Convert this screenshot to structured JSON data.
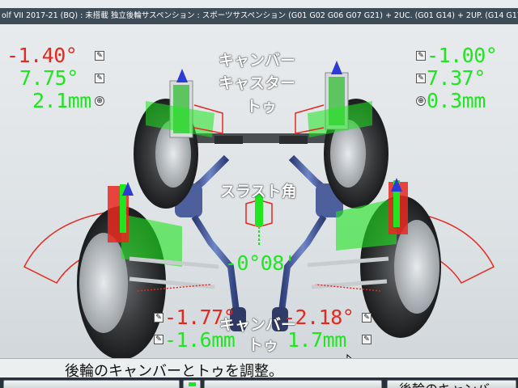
{
  "window": {
    "title": "olf VII 2017-21 (BQ) : 未搭載 独立後輪サスペンション : スポーツサスペンション (G01 G02 G06 G07 G21) + 2UC. (G01 G14) + 2UP. (G14 G17 G21"
  },
  "labels": {
    "camber": "キャンバー",
    "caster": "キャスター",
    "toe": "トゥ",
    "thrust_angle": "スラスト角"
  },
  "front_left": {
    "camber": "-1.40°",
    "caster": "7.75°",
    "toe": "2.1mm"
  },
  "front_right": {
    "camber": "-1.00°",
    "caster": "7.37°",
    "toe": "0.3mm"
  },
  "thrust": {
    "angle": "-0°08'"
  },
  "rear_left": {
    "camber": "-1.77°",
    "toe": "-1.6mm"
  },
  "rear_right": {
    "camber": "-2.18°",
    "toe": "1.7mm"
  },
  "status": {
    "message": "後輪のキャンバーとトゥを調整。"
  },
  "buttons": {
    "rear_adjust_label": "後輪のキャンバー"
  },
  "colors": {
    "out_of_spec": "#e8281e",
    "in_spec": "#1fe61f",
    "title_bar": "#3e4c58"
  },
  "icons": {
    "edit": "pencil-icon",
    "spec": "target-icon"
  }
}
